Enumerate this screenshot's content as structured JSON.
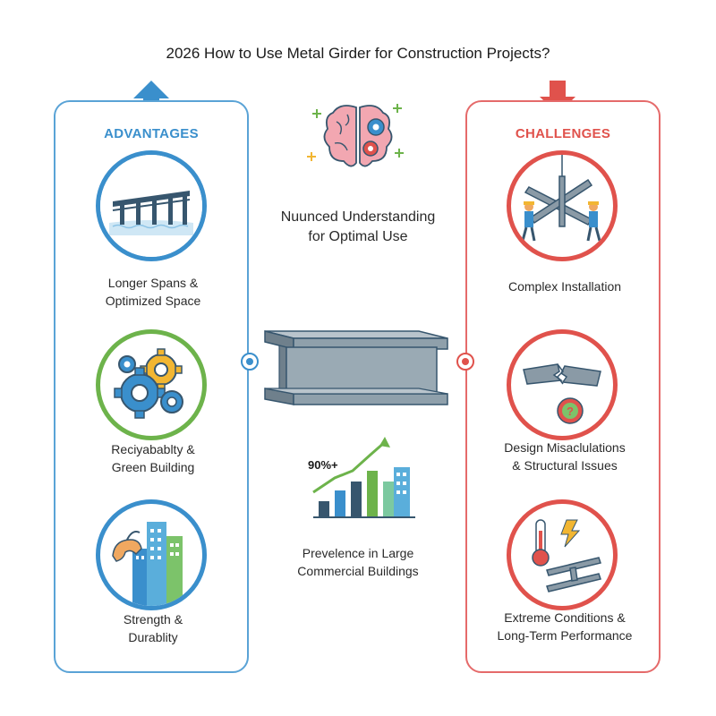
{
  "title": "2026 How to Use Metal Girder for Construction Projects?",
  "advantages": {
    "heading": "ADVANTAGES",
    "items": [
      {
        "line1": "Longer Spans &",
        "line2": "Optimized Space",
        "icon": "bridge-icon"
      },
      {
        "line1": "Reciyabablty &",
        "line2": "Green Building",
        "icon": "gears-icon"
      },
      {
        "line1": "Strength &",
        "line2": "Durablity",
        "icon": "strong-building-icon"
      }
    ],
    "color": "#3a8fcc"
  },
  "challenges": {
    "heading": "CHALLENGES",
    "items": [
      {
        "line1": "Complex Installation",
        "line2": "",
        "icon": "workers-lifting-beams-icon"
      },
      {
        "line1": "Design Misaclulations",
        "line2": "& Structural Issues",
        "icon": "broken-beam-icon"
      },
      {
        "line1": "Extreme Conditions &",
        "line2": "Long-Term Performance",
        "icon": "thermometer-beam-icon"
      }
    ],
    "color": "#e0524c"
  },
  "center": {
    "top_line1": "Nuunced Understanding",
    "top_line2": "for Optimal Use",
    "stat": "90%+",
    "bottom_line1": "Prevelence in Large",
    "bottom_line2": "Commercial Buildings",
    "icons": [
      "brain-gears-icon",
      "steel-i-beam-icon",
      "growth-chart-icon"
    ]
  }
}
